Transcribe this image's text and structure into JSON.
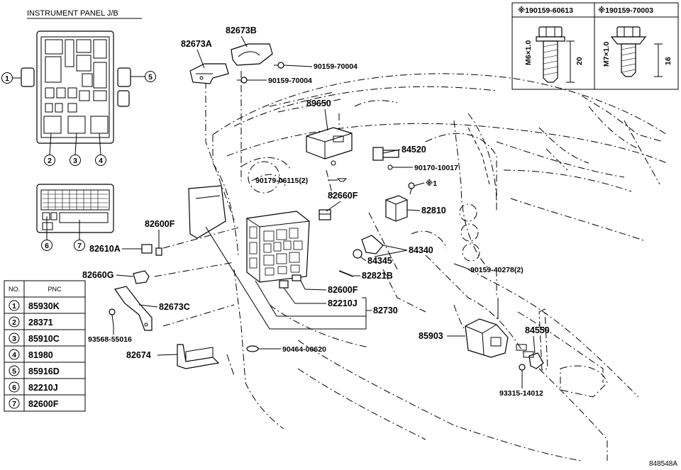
{
  "jb_title": "INSTRUMENT PANEL J/B",
  "ref_code": "848548A",
  "bolt_insets": [
    {
      "code": "※190159-60613",
      "thread": "M6×1.0",
      "length": "20"
    },
    {
      "code": "※190159-70003",
      "thread": "M7×1.0",
      "length": "16"
    }
  ],
  "callout_numbers": [
    "1",
    "2",
    "3",
    "4",
    "5",
    "6",
    "7"
  ],
  "pnc_table": {
    "headers": [
      "NO.",
      "PNC"
    ],
    "rows": [
      {
        "no": "1",
        "pnc": "85930K"
      },
      {
        "no": "2",
        "pnc": "28371"
      },
      {
        "no": "3",
        "pnc": "85910C"
      },
      {
        "no": "4",
        "pnc": "81980"
      },
      {
        "no": "5",
        "pnc": "85916D"
      },
      {
        "no": "6",
        "pnc": "82210J"
      },
      {
        "no": "7",
        "pnc": "82600F"
      }
    ]
  },
  "parts": {
    "p82673A": "82673A",
    "p82673B": "82673B",
    "p90159_70004_a": "90159-70004",
    "p90159_70004_b": "90159-70004",
    "p89650": "89650",
    "p84520": "84520",
    "p90170_10017": "90170-10017",
    "p90179_06115": "90179-06115(2)",
    "pstar1": "※1",
    "p82660F": "82660F",
    "p82810": "82810",
    "p82600F_a": "82600F",
    "p82610A": "82610A",
    "p84340": "84340",
    "p84345": "84345",
    "p90159_40278": "90159-40278(2)",
    "p82660G": "82660G",
    "p82821B": "82821B",
    "p82600F_b": "82600F",
    "p82673C": "82673C",
    "p82210J": "82210J",
    "p82730": "82730",
    "p93568_55016": "93568-55016",
    "p85903": "85903",
    "p84550": "84550",
    "p82674": "82674",
    "p90464_00620": "90464-00620",
    "p93315_14012": "93315-14012"
  }
}
